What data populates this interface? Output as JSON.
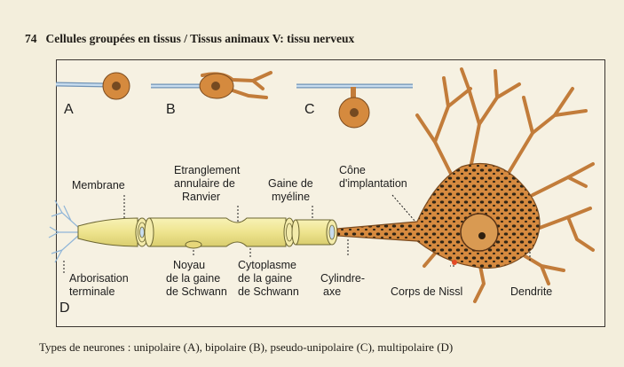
{
  "header": {
    "page_number": "74",
    "title": "Cellules groupées en tissus / Tissus animaux V: tissu nerveux"
  },
  "figure_labels": {
    "A": "A",
    "B": "B",
    "C": "C",
    "D": "D",
    "membrane": "Membrane",
    "etranglement_1": "Etranglement",
    "etranglement_2": "annulaire de",
    "etranglement_3": "Ranvier",
    "gaine_1": "Gaine de",
    "gaine_2": "myéline",
    "cone_1": "Cône",
    "cone_2": "d'implantation",
    "arborisation_1": "Arborisation",
    "arborisation_2": "terminale",
    "noyau_1": "Noyau",
    "noyau_2": "de la gaine",
    "noyau_3": "de Schwann",
    "cytoplasme_1": "Cytoplasme",
    "cytoplasme_2": "de la gaine",
    "cytoplasme_3": "de Schwann",
    "cylindre_1": "Cylindre-",
    "cylindre_2": "axe",
    "nissl": "Corps de Nissl",
    "dendrite": "Dendrite"
  },
  "caption": "Types de neurones : unipolaire (A), bipolaire (B), pseudo-unipolaire (C), multipolaire (D)",
  "colors": {
    "cell_body": "#d58a3e",
    "dendrite": "#c27c3a",
    "axon": "#a9c4dc",
    "myelin": "#efe79a",
    "frame": "#3a3530"
  }
}
